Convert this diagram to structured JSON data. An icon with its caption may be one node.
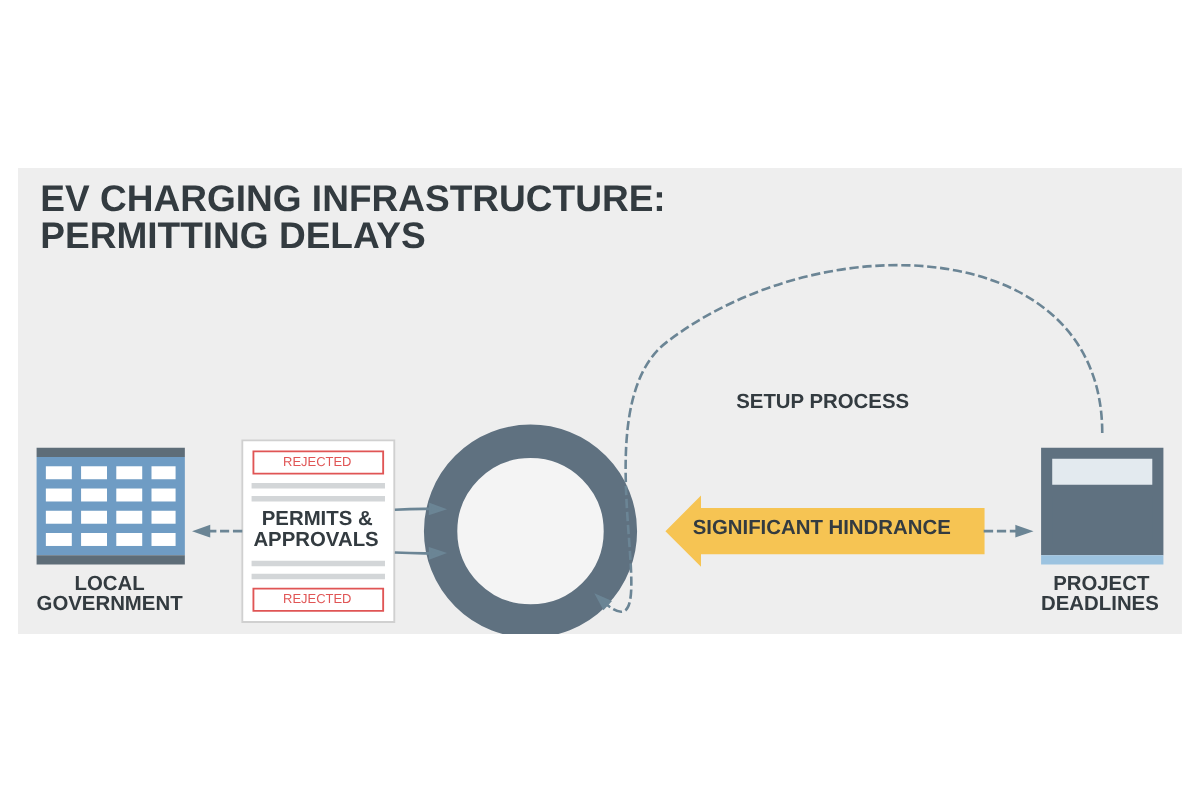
{
  "diagram": {
    "title": "EV CHARGING INFRASTRUCTURE: PERMITTING DELAYS",
    "nodes": [
      {
        "text": [
          "LOCAL GOVERNMENT"
        ]
      },
      {
        "text": [
          "REJECTED",
          "PERMITS & APPROVALS",
          "REJECTED"
        ]
      },
      {
        "text": [],
        "shape": "picture"
      },
      {
        "text": [
          "SIGNIFICANT HINDRANCE"
        ]
      },
      {
        "text": [
          "PROJECT DEADLINES"
        ]
      }
    ],
    "edges": [
      {
        "from": 1,
        "to": 0,
        "arrow": "to",
        "style": "dashed"
      },
      {
        "from": 1,
        "to": 2,
        "arrow": "to"
      },
      {
        "from": 1,
        "to": 2,
        "arrow": "to"
      },
      {
        "from": 3,
        "to": 4,
        "arrow": "to",
        "style": "dashed"
      },
      {
        "from": 4,
        "to": 2,
        "arrow": "to",
        "style": "dashed"
      }
    ],
    "labels": [
      "SETUP PROCESS"
    ]
  }
}
